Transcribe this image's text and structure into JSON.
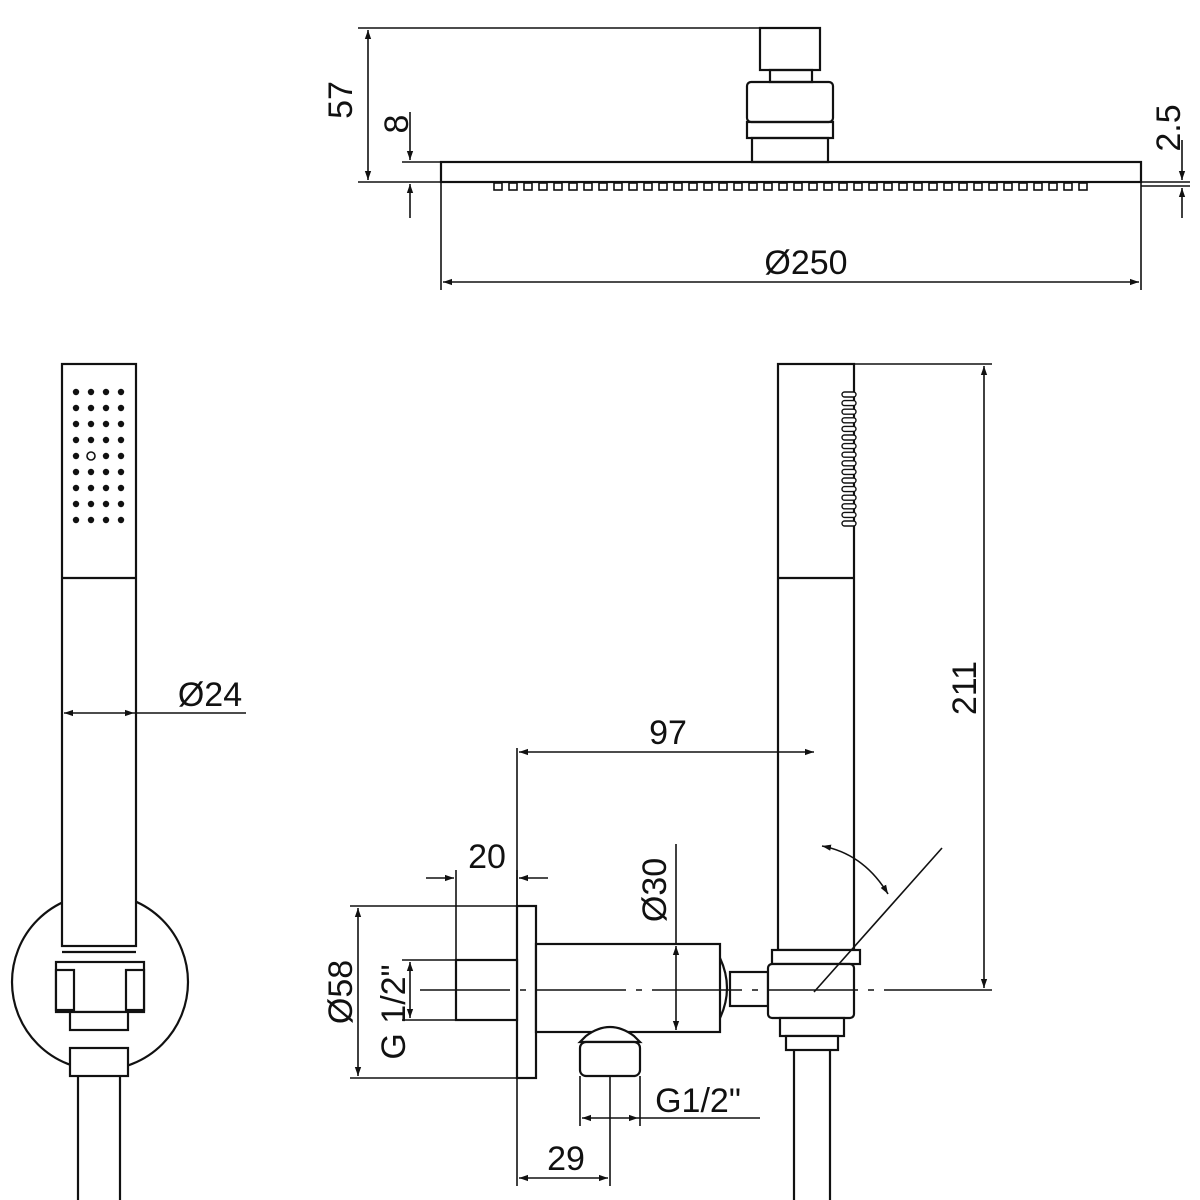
{
  "labels": {
    "d57": "57",
    "d8": "8",
    "d2_5": "2.5",
    "d250": "Ø250",
    "d24": "Ø24",
    "d97": "97",
    "d211": "211",
    "d20": "20",
    "d30": "Ø30",
    "d58": "Ø58",
    "g12_left": "G 1/2\"",
    "g12_bottom": "G1/2\"",
    "d29": "29"
  },
  "colors": {
    "ink": "#111111",
    "paper": "#ffffff"
  }
}
